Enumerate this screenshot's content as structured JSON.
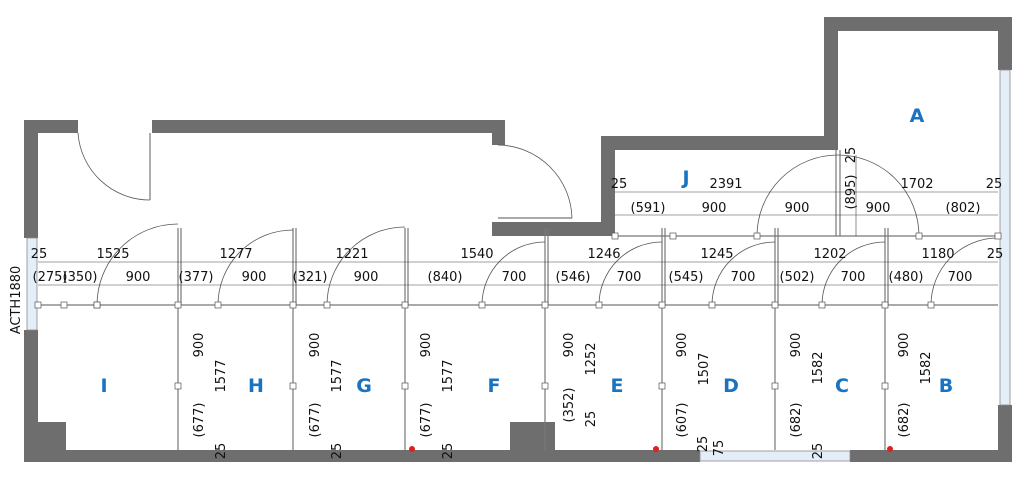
{
  "side_label": "ACTH1880",
  "rooms": {
    "A": "A",
    "B": "B",
    "C": "C",
    "D": "D",
    "E": "E",
    "F": "F",
    "G": "G",
    "H": "H",
    "I": "I",
    "J": "J"
  },
  "front_totals": [
    "25",
    "1525",
    "1277",
    "1221",
    "1540",
    "1246",
    "1245",
    "1202",
    "1180",
    "25"
  ],
  "front_parts": [
    "(275)",
    "(350)",
    "900",
    "(377)",
    "900",
    "(321)",
    "900",
    "(840)",
    "700",
    "(546)",
    "700",
    "(545)",
    "700",
    "(502)",
    "700",
    "(480)",
    "700"
  ],
  "j_totals": [
    "25",
    "2391",
    "1702",
    "25"
  ],
  "j_parts": [
    "(591)",
    "900",
    "900",
    "900",
    "(802)"
  ],
  "j_vertical": [
    "25",
    "(895)"
  ],
  "room_depths": {
    "H": [
      "900",
      "1577",
      "(677)",
      "25"
    ],
    "G": [
      "900",
      "1577",
      "(677)",
      "25"
    ],
    "F": [
      "900",
      "1577",
      "(677)",
      "25"
    ],
    "E": [
      "900",
      "1252",
      "(352)",
      "25"
    ],
    "D": [
      "900",
      "1507",
      "(607)",
      "25",
      "75"
    ],
    "C": [
      "900",
      "1582",
      "(682)",
      "25"
    ],
    "B": [
      "900",
      "1582",
      "(682)"
    ]
  },
  "colors": {
    "wall": "#6e6e6e",
    "room_label": "#1a73c0",
    "window": "#e4eef8"
  }
}
